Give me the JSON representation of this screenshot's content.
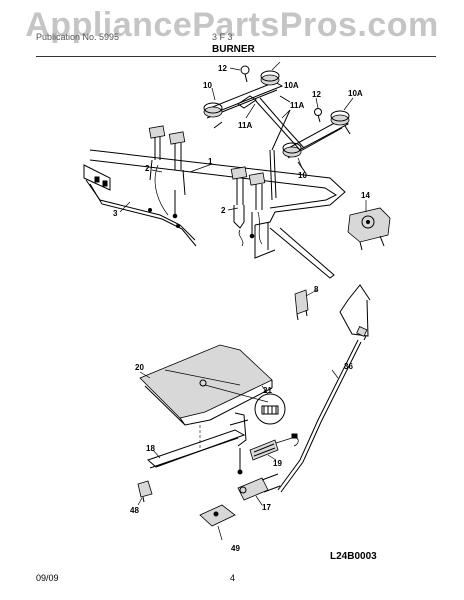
{
  "watermark": "AppliancePartsPros.com",
  "header": {
    "left_text": "Publication No. 5995",
    "mid_text": "3 F 3",
    "title": "BURNER"
  },
  "callouts": {
    "c1": "1",
    "c2a": "2",
    "c2b": "2",
    "c3": "3",
    "c8": "8",
    "c10a": "10",
    "c10b": "10",
    "c10A_a": "10A",
    "c10A_b": "10A",
    "c11A_a": "11A",
    "c11A_b": "11A",
    "c12a": "12",
    "c12b": "12",
    "c14": "14",
    "c17": "17",
    "c18": "18",
    "c19": "19",
    "c20": "20",
    "c21": "21",
    "c36": "36",
    "c48": "48",
    "c49": "49"
  },
  "figure_code": "L24B0003",
  "footer": {
    "date": "09/09",
    "page": "4"
  }
}
